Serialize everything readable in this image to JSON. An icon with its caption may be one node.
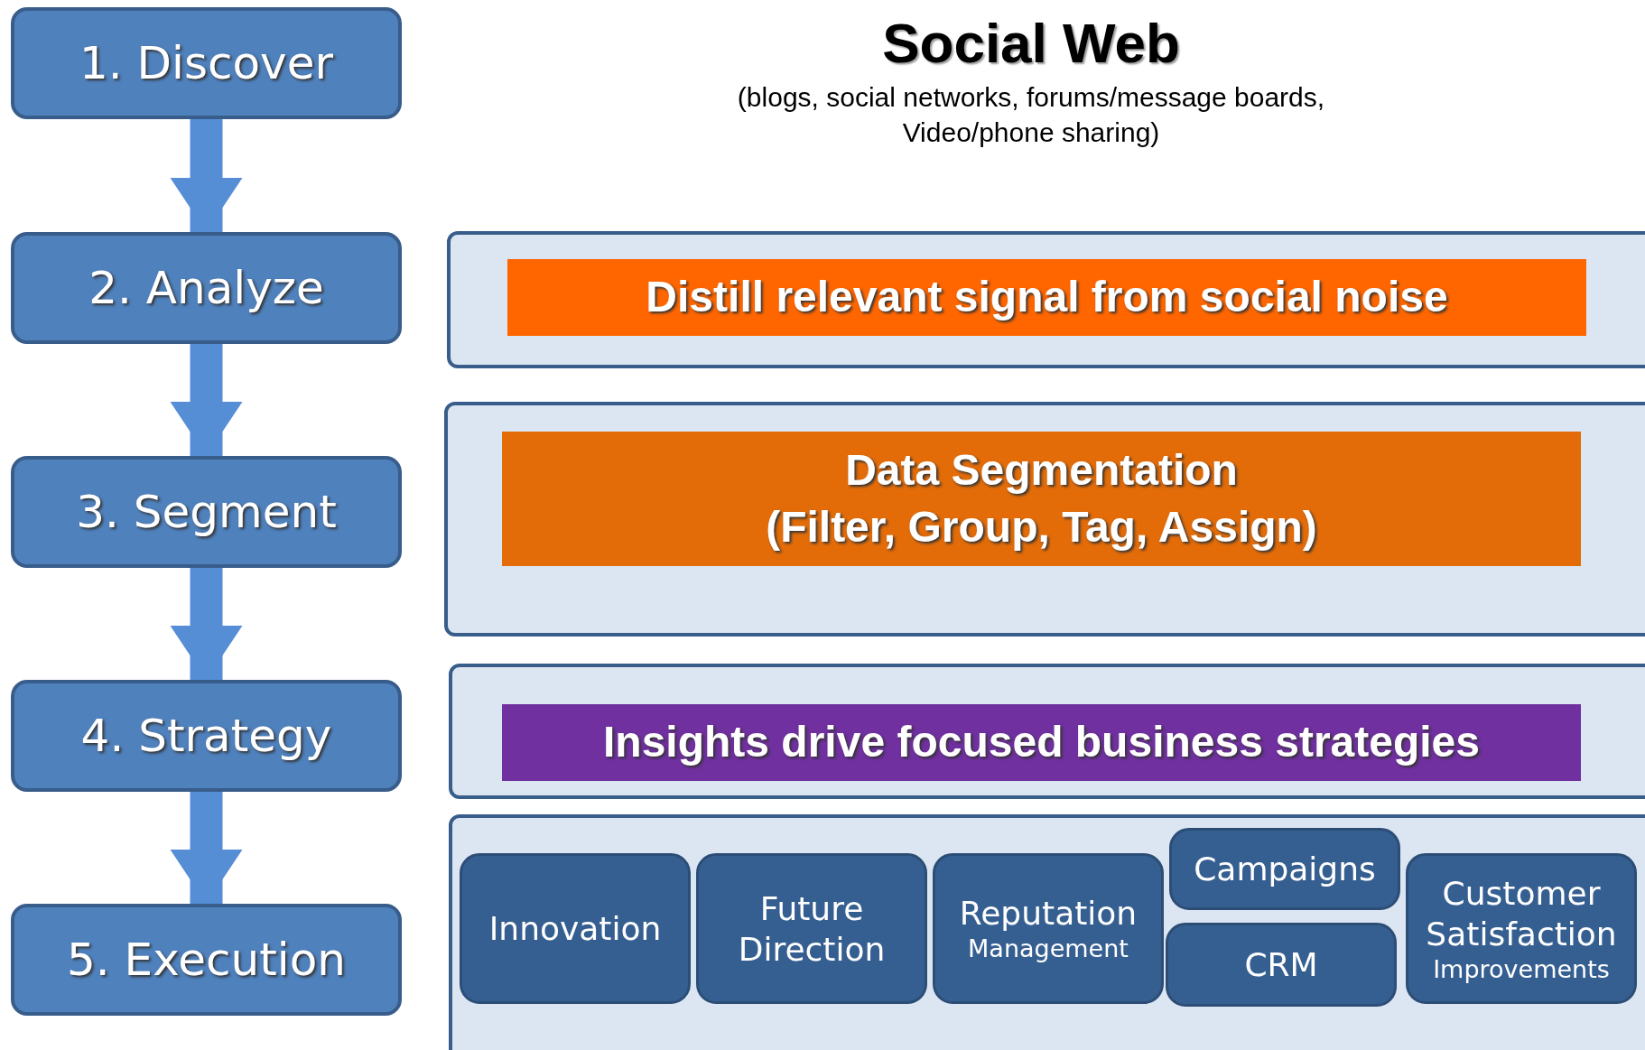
{
  "diagram": {
    "title": "Social Web",
    "nodes": [
      {
        "text": [
          "1. Discover"
        ]
      },
      {
        "text": [
          "2. Analyze"
        ]
      },
      {
        "text": [
          "3. Segment"
        ]
      },
      {
        "text": [
          "4. Strategy"
        ]
      },
      {
        "text": [
          "5. Execution"
        ]
      },
      {
        "text": [],
        "shape": "box"
      },
      {
        "text": [
          "Distill relevant signal from social noise"
        ],
        "in": 5
      },
      {
        "text": [],
        "shape": "box"
      },
      {
        "text": [
          "Data Segmentation",
          "(Filter, Group, Tag, Assign)"
        ],
        "in": 7
      },
      {
        "text": [],
        "shape": "box"
      },
      {
        "text": [
          "Insights drive focused business strategies"
        ],
        "in": 9
      },
      {
        "text": [],
        "shape": "box"
      },
      {
        "text": [
          "Innovation"
        ],
        "in": 11
      },
      {
        "text": [
          "Future Direction"
        ],
        "in": 11
      },
      {
        "text": [
          "Reputation",
          "Management"
        ],
        "in": 11
      },
      {
        "text": [
          "Campaigns"
        ],
        "in": 11
      },
      {
        "text": [
          "CRM"
        ],
        "in": 11
      },
      {
        "text": [
          "Customer Satisfaction",
          "Improvements"
        ],
        "in": 11
      }
    ],
    "edges": [
      {
        "from": 0,
        "to": 1,
        "arrow": "to"
      },
      {
        "from": 1,
        "to": 2,
        "arrow": "to"
      },
      {
        "from": 2,
        "to": 3,
        "arrow": "to"
      },
      {
        "from": 3,
        "to": 4,
        "arrow": "to"
      }
    ],
    "labels": [
      "(blogs, social networks, forums/message boards, Video/phone sharing)"
    ]
  }
}
